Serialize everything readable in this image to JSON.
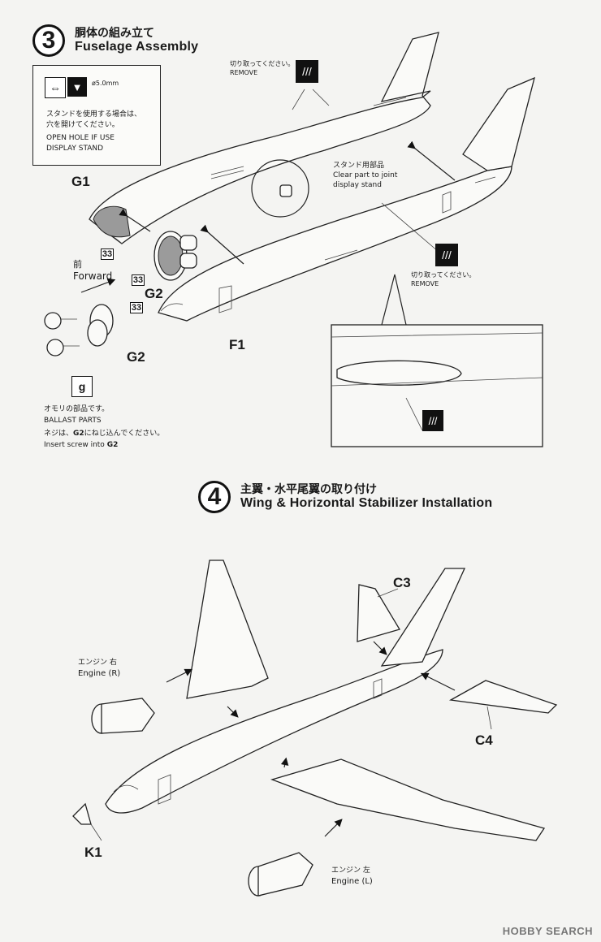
{
  "step3": {
    "number": "3",
    "title_jp": "胴体の組み立て",
    "title_en": "Fuselage Assembly",
    "drill_box": {
      "diameter": "ø5.0mm",
      "text_jp_1": "スタンドを使用する場合は、",
      "text_jp_2": "穴を開けてください。",
      "text_en_1": "OPEN HOLE IF USE",
      "text_en_2": "DISPLAY STAND"
    },
    "cut_off_top": {
      "jp": "切り取ってください。",
      "en": "REMOVE"
    },
    "cut_off_right": {
      "jp": "切り取ってください。",
      "en": "REMOVE"
    },
    "stand_part": {
      "jp": "スタンド用部品",
      "en_1": "Clear part to joint",
      "en_2": "display stand"
    },
    "forward": {
      "jp": "前",
      "en": "Forward"
    },
    "ballast": {
      "icon": "g",
      "jp": "オモリの部品です。",
      "en": "BALLAST PARTS",
      "screw_jp_pre": "ネジは、",
      "screw_jp_part": "G2",
      "screw_jp_post": "にねじ込んでください。",
      "screw_en_pre": "Insert screw into ",
      "screw_en_part": "G2"
    },
    "parts": {
      "g1": "G1",
      "g2a": "G2",
      "g2b": "G2",
      "f1": "F1"
    },
    "callout_num": "33"
  },
  "step4": {
    "number": "4",
    "title_jp": "主翼・水平尾翼の取り付け",
    "title_en": "Wing & Horizontal Stabilizer Installation",
    "engine_r": {
      "jp": "エンジン 右",
      "en": "Engine (R)"
    },
    "engine_l": {
      "jp": "エンジン 左",
      "en": "Engine (L)"
    },
    "parts": {
      "c3": "C3",
      "c4": "C4",
      "k1": "K1"
    }
  },
  "watermark": "HOBBY SEARCH"
}
